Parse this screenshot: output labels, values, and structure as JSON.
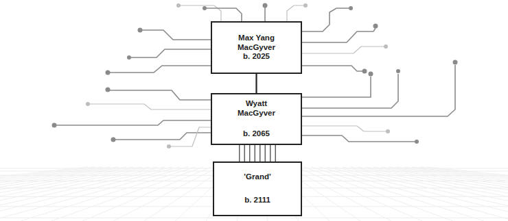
{
  "diagram": {
    "nodes": [
      {
        "text": [
          "Max Yang MacGyver",
          "b. 2025"
        ]
      },
      {
        "text": [
          "Wyatt MacGyver",
          "b. 2065"
        ]
      },
      {
        "text": [
          "'Grand'",
          "b. 2111"
        ]
      }
    ],
    "edges": [
      {
        "from": 0,
        "to": 1,
        "arrow": "none"
      },
      {
        "from": 1,
        "to": 2,
        "arrow": "none"
      }
    ]
  }
}
